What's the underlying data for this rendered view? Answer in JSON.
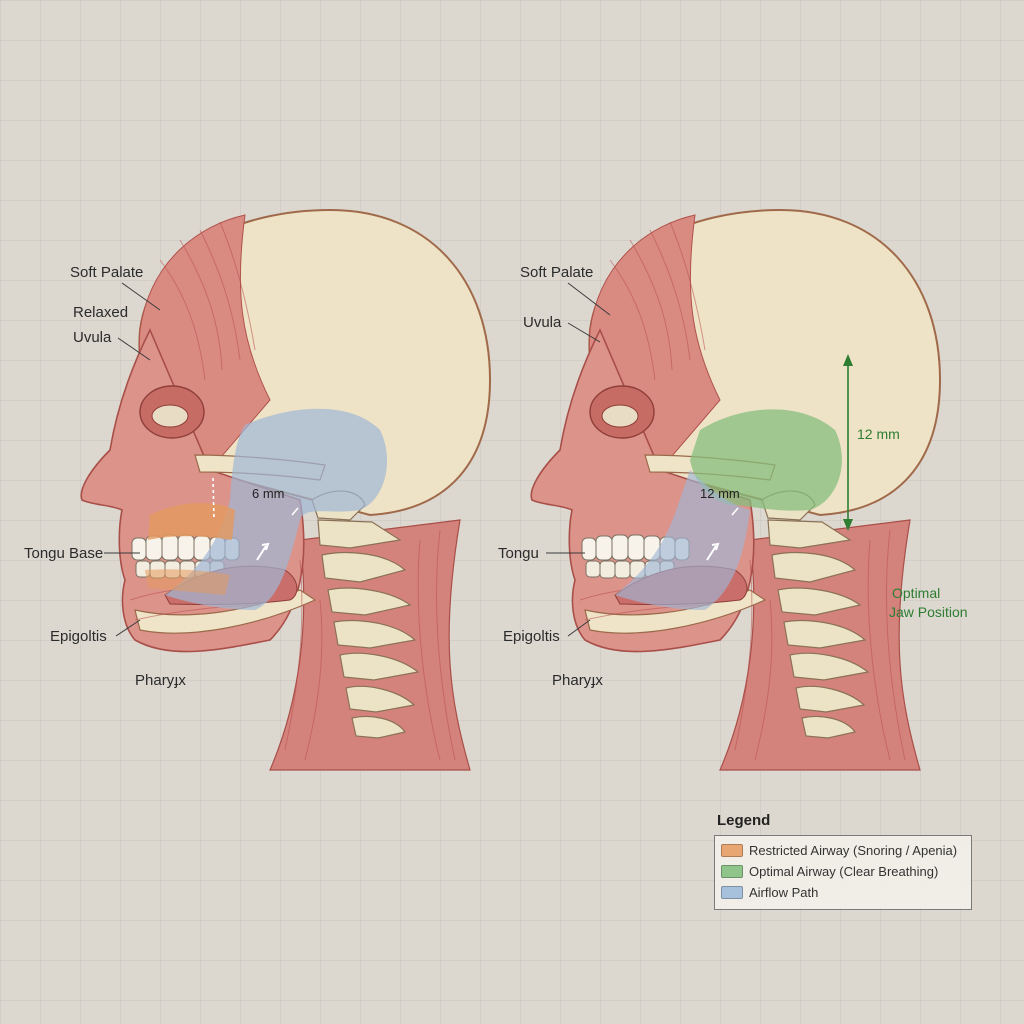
{
  "left_panel": {
    "labels": {
      "soft_palate": "Soft Palate",
      "relaxed": "Relaxed",
      "uvula": "Uvula",
      "tongue_base": "Tongu Base",
      "epiglottis": "Epigoltis",
      "pharynx": "Pharyɟx",
      "measure": "6 mm"
    }
  },
  "right_panel": {
    "labels": {
      "soft_palate": "Soft Palate",
      "uvula": "Uvula",
      "tongue": "Tongu",
      "epiglottis": "Epigoltis",
      "pharynx": "Pharyɟx",
      "measure_inner": "12 mm",
      "measure_outer": "12 mm",
      "optimal_line1": "Optimal",
      "optimal_line2": "Jaw Position"
    }
  },
  "legend": {
    "title": "Legend",
    "items": [
      {
        "label": "Restricted Airway (Snoring / Apenia)",
        "color": "#e8a772"
      },
      {
        "label": "Optimal Airway (Clear Breathing)",
        "color": "#8fc48a"
      },
      {
        "label": "Airflow Path",
        "color": "#a7c0dc"
      }
    ]
  },
  "colors": {
    "skull": "#efe6cc",
    "muscle": "#d98880",
    "airflow": "#9fb7d6",
    "restricted": "#e39a5e",
    "optimal": "#86bd7c",
    "accent_green": "#2e7d32"
  }
}
